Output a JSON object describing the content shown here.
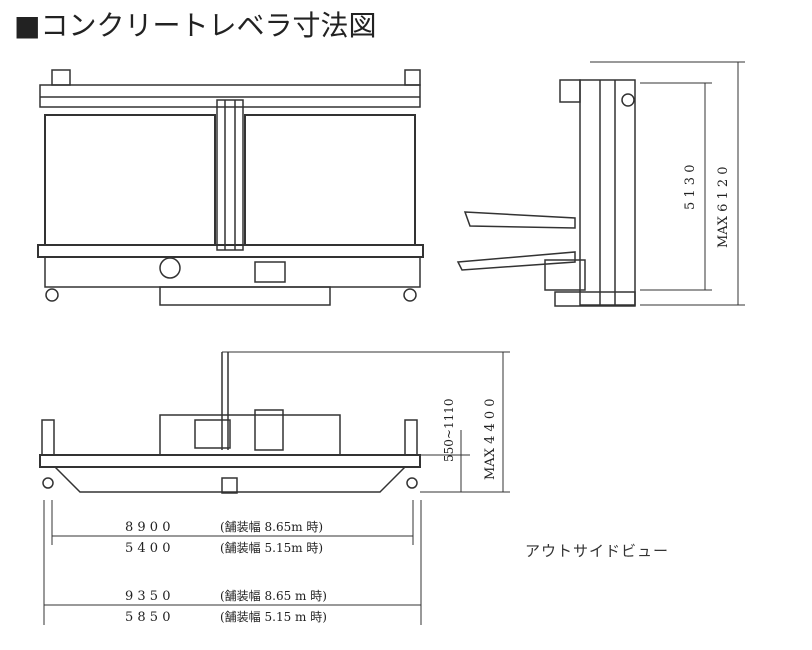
{
  "title": "■コンクリートレベラ寸法図",
  "side_view": {
    "dim_inner": "5 1 3 0",
    "dim_outer": "MAX 6 1 2 0"
  },
  "outside_view": {
    "caption": "アウトサイドビュー",
    "dim_lift_range": "550~1110",
    "dim_max_height": "MAX 4 4 0 0",
    "dim_1_value": "8 9 0 0",
    "dim_1_note": "(舗装幅 8.65m 時)",
    "dim_2_value": "5 4 0 0",
    "dim_2_note": "(舗装幅 5.15m 時)",
    "dim_3_value": "9 3 5 0",
    "dim_3_note": "(舗装幅 8.65 m 時)",
    "dim_4_value": "5 8 5 0",
    "dim_4_note": "(舗装幅 5.15 m 時)"
  },
  "colors": {
    "line": "#333333",
    "text": "#222222"
  }
}
